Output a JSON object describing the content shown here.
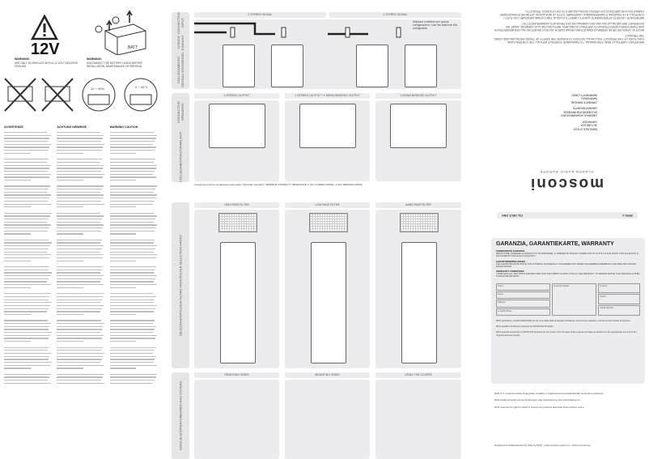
{
  "left": {
    "voltage": "12V",
    "warning1_title": "WARNING!",
    "warning1_text": "USE ONLY IN VEHICLES WITH A 12 VOLT NEGATIVE GROUND",
    "warning2_title": "WARNING!",
    "warning2_text": "DISCONNECT THE BATTERY LEADS BEFORE INSTALLATION, MAINTENANCE OR REMOVAL",
    "battery_label": "BATT",
    "humidity": "10 ~ 90%",
    "temperature": "0 ~ 40°C",
    "col_headers": [
      "AVVERTENZE",
      "ACHTUNG HINWEISE",
      "WARNING CAUTION"
    ]
  },
  "middle": {
    "rows": [
      {
        "label": [
          "COLLEGAMENTO SEGNALI D'INGRESSO",
          "CHINCH EINGANG",
          "CONNECTING INPUT"
        ],
        "panels": [
          "2 STEREO SIGNAL",
          "1 STEREO SIGNAL"
        ]
      },
      {
        "label": [
          "COLLEGAMENTO",
          "ALTOPARLANTI",
          "CONNECTING SPEAKERS"
        ],
        "panels": [
          "2 STEREO OUTPUT",
          "1 STEREO OUTPUT + 1 MONO BRIDGED OUTPUT",
          "2 MONO BRIDGED OUTPUT"
        ]
      },
      {
        "label": [
          "SELEZIONE",
          "TIPOLOGIA FILTRO FRONT",
          "FILTER SELECTION FRONT"
        ],
        "panels": [
          "HIGH PASS FILTER",
          "LOW PASS FILTER",
          "BAND PASS FILTER"
        ]
      },
      {
        "label": [
          "GRIGLIE E",
          "COPERTURE",
          "GRIDS AND COVERS"
        ],
        "panels": [
          "REMOVING GRIDS",
          "MOUNTING GRIDS",
          "USING THE COVERS"
        ]
      }
    ],
    "impedance_note": "Impedenza minima complessiva supportata / Minimale Impedanz / MINIMUM CAPABILITY IMPEDANCE: 2 Ohm STEREO MODE, 4 Ohm BRIDGED MODE",
    "side_note": "Utilizzare il selettore per questa configurazione / Use this switch for this configuration"
  },
  "right": {
    "important": "IMPORTANT: CAREFULLY READ THIS MANUAL, TO FAMILIARIZE YOURSELF WITH ALL THE CONTROLS AND FUNCTIONS OF THIS PRODUCT. FOLLOW ALL NOTICES TO ENSURE THE SAFETY OF THOSE INSTALLING AND USING THE PRODUCT.",
    "wichtig": "WICHTIG: LESEN SIE DIESE GEBRAUCHSANLEITUNG GENAU DURCH, UM SICH SELBST MIT ALL DEN BEDIENTEILEN UND FUNKTIONEN DIESES PRODUKTS VERTRAUT ZU MACHEN. BEFOLGEN SIE ALLE HINWEISE, DAMIT DIE SICHERHEIT DER INSTALLATION UND DES GEBRAUCHS DES PRODUKTS GEWÄHRLEISTET IST.",
    "importante": "IMPORTANTE: LEGGETE ATTENTAMENTE QUESTO LIBRETTO D'USO AL FINE DI FAMILIARIZZARE CON TUTTI I CONTROLLI E LE FUNZIONI. È INDISPENSABILE OSSERVARE TUTTE LE INDICAZIONI, AFFINCHÉ POSSA ESSERE GARANTITA LA SICUREZZA DI CHI OPERA L'INSTALLAZIONE E DI CHI UTILIZZA IL PRODOTTO.",
    "contents": [
      "MANUALE D'USO",
      "SICUREZZA",
      "GARANZIA",
      "GEBRAUCHSANWEISUNG",
      "SICHERHEITSHINWEISE",
      "GARANTIEKARTE",
      "OWNER'S MANUAL",
      "WARNINGS",
      "WARRANTY CARD"
    ],
    "brand": "mosconi",
    "brand_sub": "GLADEN AUDIO EUROPE",
    "model": "ZERO 4",
    "languages": "ITA, DEUT, ENG",
    "warranty_title": "GARANZIA, GARANTIEKARTE, WARRANTY",
    "conditions": [
      {
        "title": "CONDIZIONI DI GARANZIA",
        "text": "RESTITUIRE, ASSIEME AL PRODOTTO DA RIPARARE, IL PRESENTE FOGLIO COMPILATO IN TUTTE LE SUE PARTI CON ALLEGATO IL DOCUMENTO FISCALE D'ACQUISTO."
      },
      {
        "title": "GARANTIEBEDINGUNGEN",
        "text": "DIE GARANTIEKARTE BITTE VOLLSTÄNDIG AUSGEFÜLLT ZUSAMMEN MIT EINER FEHLERBESCHREIBUNG UND DER RECHNUNG EINSCHICKEN."
      },
      {
        "title": "WARRANTY CONDITIONS",
        "text": "COMPLETE ALL SECTIONS AND RETURN THIS DOCUMENT ALONG WITH A) THE PRODUCT TO REPAIR AND B) THE ORIGINAL DATED PURCHASE RECEIPT"
      }
    ],
    "form": {
      "client": "Client",
      "name": "Name",
      "address": "Address",
      "email": "e-mail & Phone",
      "dealer": "Autorized Dealer",
      "product": "Product",
      "model": "Model",
      "serial": "Serial Number"
    },
    "warranty_it": "MOS garantisce i prodotti MOSCONI per 24 mesi dalla data di acquisto dichiarata nel presente riquadro e nel documento fiscale di acquisto.",
    "warranty_de": "MOS gewährt 24 Monate Garantie auf MOSCONI Produkte.",
    "warranty_en": "MOS extends a warranty to MOSCONI products for 24 months from the date of the original purchase as declared in the appropriate box and in the original purchase receipt.",
    "disclaimer_it": "MOS S.r.l. si riserva il diritto di apportare modifiche o miglioramenti ai prodotti illustrati senza alcun preavviso.",
    "disclaimer_de": "MOS behält sich jeder Art von Änderungen oder Verbesserung ohne Ankündigung vor.",
    "disclaimer_en": "MOS reserves the right to modify or improve the products described herein without notice.",
    "footer": "Designed and Manufactured in Italy by MOS - www.mosconi-system.it - www.mosconi.org"
  }
}
